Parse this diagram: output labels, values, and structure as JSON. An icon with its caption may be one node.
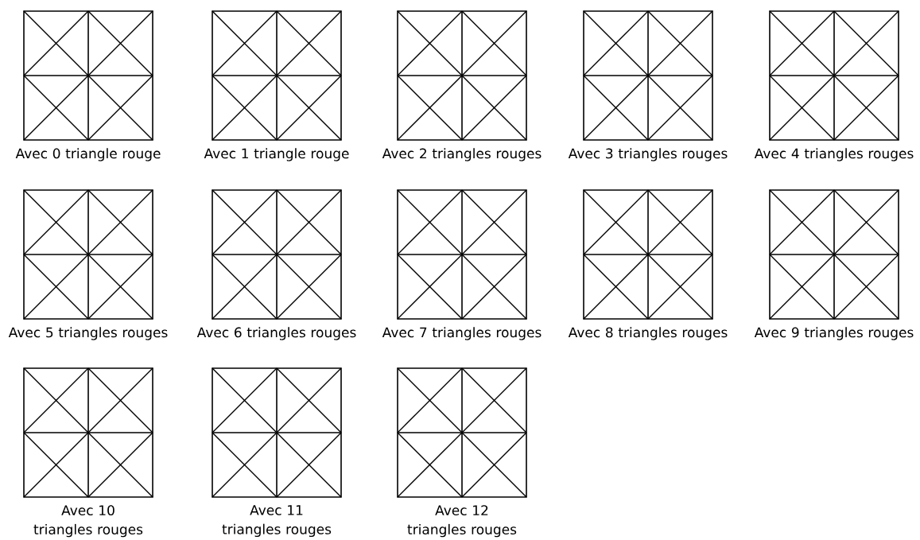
{
  "diagram": {
    "nodes": [
      {
        "text": [
          "Avec 0 triangle rouge"
        ]
      },
      {
        "text": [
          "Avec 1 triangle rouge"
        ]
      },
      {
        "text": [
          "Avec 2 triangles rouges"
        ]
      },
      {
        "text": [
          "Avec 3 triangles rouges"
        ]
      },
      {
        "text": [
          "Avec 4 triangles rouges"
        ]
      },
      {
        "text": [
          "Avec 5 triangles rouges"
        ]
      },
      {
        "text": [
          "Avec 6 triangles rouges"
        ]
      },
      {
        "text": [
          "Avec 7 triangles rouges"
        ]
      },
      {
        "text": [
          "Avec 8 triangles rouges"
        ]
      },
      {
        "text": [
          "Avec 9 triangles rouges"
        ]
      },
      {
        "text": [
          "Avec 10 triangles rouges"
        ]
      },
      {
        "text": [
          "Avec 11 triangles rouges"
        ]
      },
      {
        "text": [
          "Avec 12 triangles rouges"
        ]
      }
    ]
  }
}
